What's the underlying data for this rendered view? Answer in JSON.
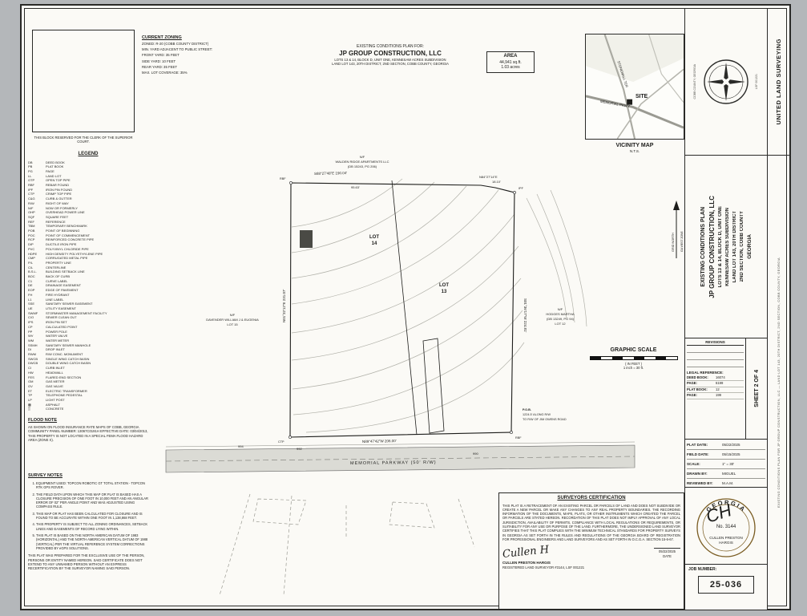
{
  "colors": {
    "page_bg": "#b4b7ba",
    "sheet_bg": "#fbfaf6",
    "ink": "#1d1d1b",
    "contour": "#b2b2aa",
    "road_fill": "#dbdbd5",
    "stamp": "#7a5c22"
  },
  "clerk_block": {
    "caption": "THIS BLOCK RESERVED FOR THE CLERK OF THE SUPERIOR COURT."
  },
  "zoning": {
    "title": "CURRENT ZONING",
    "lines": [
      "ZONED: R-20 (COBB COUNTY DISTRICT)",
      "MIN. YARD ADJACENT TO PUBLIC STREET:",
      "FRONT YARD: 35 FEET",
      "SIDE YARD: 10 FEET",
      "REAR YARD: 35 FEET",
      "MAX. LOT COVERAGE: 35%"
    ]
  },
  "header": {
    "line1": "EXISTING CONDITIONS PLAN FOR:",
    "line2": "JP GROUP CONSTRUCTION, LLC",
    "line3": "LOTS 13 & 14, BLOCK D, UNIT ONE, KENNESAW ACRES SUBDIVISION",
    "line4": "LAND LOT 143, 20TH DISTRICT, 2ND SECTION, COBB COUNTY, GEORGIA"
  },
  "area_box": {
    "title": "AREA",
    "sqft": "44,941 sq.ft.",
    "acres": "1.03 acres"
  },
  "vicinity": {
    "title": "VICINITY MAP",
    "scale_note": "N.T.S.",
    "site_label": "SITE",
    "road1": "MEMORIAL PKWY",
    "road2": "STONEWALL TER"
  },
  "legend": {
    "title": "LEGEND",
    "items": [
      {
        "abbr": "DB",
        "desc": "DEED BOOK"
      },
      {
        "abbr": "PB",
        "desc": "PLAT BOOK"
      },
      {
        "abbr": "PG",
        "desc": "PAGE"
      },
      {
        "abbr": "LL",
        "desc": "LAND LOT"
      },
      {
        "abbr": "OTP",
        "desc": "OPEN TOP PIPE"
      },
      {
        "abbr": "RBF",
        "desc": "REBAR FOUND"
      },
      {
        "abbr": "IPF",
        "desc": "IRON PIN FOUND"
      },
      {
        "abbr": "CTP",
        "desc": "CRIMP TOP PIPE"
      },
      {
        "abbr": "C&G",
        "desc": "CURB & GUTTER"
      },
      {
        "abbr": "R/W",
        "desc": "RIGHT OF WAY"
      },
      {
        "abbr": "N/F",
        "desc": "NOW OR FORMERLY"
      },
      {
        "abbr": "OHP",
        "desc": "OVERHEAD POWER LINE"
      },
      {
        "abbr": "SQF",
        "desc": "SQUARE FEET"
      },
      {
        "abbr": "REF",
        "desc": "REFERENCE"
      },
      {
        "abbr": "TBM",
        "desc": "TEMPORARY BENCHMARK"
      },
      {
        "abbr": "POB",
        "desc": "POINT OF BEGINNING"
      },
      {
        "abbr": "POC",
        "desc": "POINT OF COMMENCEMENT"
      },
      {
        "abbr": "RCP",
        "desc": "REINFORCED CONCRETE PIPE"
      },
      {
        "abbr": "DIP",
        "desc": "DUCTILE IRON PIPE"
      },
      {
        "abbr": "PVC",
        "desc": "POLYVINYL CHLORIDE PIPE"
      },
      {
        "abbr": "HDPE",
        "desc": "HIGH DENSITY POLYETHYLENE PIPE"
      },
      {
        "abbr": "CMP",
        "desc": "CORRUGATED METAL PIPE"
      },
      {
        "abbr": "P/L",
        "desc": "PROPERTY LINE"
      },
      {
        "abbr": "C/L",
        "desc": "CENTERLINE"
      },
      {
        "abbr": "B.S.L.",
        "desc": "BUILDING SETBACK LINE"
      },
      {
        "abbr": "BOC",
        "desc": "BACK OF CURB"
      },
      {
        "abbr": "C1",
        "desc": "CURVE LABEL"
      },
      {
        "abbr": "DE",
        "desc": "DRAINAGE EASEMENT"
      },
      {
        "abbr": "EOP",
        "desc": "EDGE OF PAVEMENT"
      },
      {
        "abbr": "FH",
        "desc": "FIRE HYDRANT"
      },
      {
        "abbr": "L1",
        "desc": "LINE LABEL"
      },
      {
        "abbr": "SSE",
        "desc": "SANITARY SEWER EASEMENT"
      },
      {
        "abbr": "UE",
        "desc": "UTILITY EASEMENT"
      },
      {
        "abbr": "SWMF",
        "desc": "STORMWATER MANAGEMENT FACILITY"
      },
      {
        "abbr": "C/O",
        "desc": "SEWER CLEAN OUT"
      },
      {
        "abbr": "IPS",
        "desc": "IRON PIN SET"
      },
      {
        "abbr": "CP",
        "desc": "CALCULATED POINT"
      },
      {
        "abbr": "PP",
        "desc": "POWER POLE"
      },
      {
        "abbr": "WV",
        "desc": "WATER VALVE"
      },
      {
        "abbr": "WM",
        "desc": "WATER METER"
      },
      {
        "abbr": "SSMH",
        "desc": "SANITARY SEWER MANHOLE"
      },
      {
        "abbr": "DI",
        "desc": "DROP INLET"
      },
      {
        "abbr": "RWM",
        "desc": "R/W CONC. MONUMENT"
      },
      {
        "abbr": "SWCB",
        "desc": "SINGLE WING CATCH BASIN"
      },
      {
        "abbr": "DWCB",
        "desc": "DOUBLE WING CATCH BASIN"
      },
      {
        "abbr": "CI",
        "desc": "CURB INLET"
      },
      {
        "abbr": "HW",
        "desc": "HEADWALL"
      },
      {
        "abbr": "FES",
        "desc": "FLARED END SECTION"
      },
      {
        "abbr": "GM",
        "desc": "GAS METER"
      },
      {
        "abbr": "GV",
        "desc": "GAS VALVE"
      },
      {
        "abbr": "ET",
        "desc": "ELECTRIC TRANSFORMER"
      },
      {
        "abbr": "TP",
        "desc": "TELEPHONE PEDESTAL"
      },
      {
        "abbr": "LP",
        "desc": "LIGHT POST"
      },
      {
        "abbr": "▩",
        "desc": "ASPHALT"
      },
      {
        "abbr": "▒",
        "desc": "CONCRETE"
      }
    ]
  },
  "flood_note": {
    "title": "FLOOD NOTE",
    "text": "AS SHOWN ON FLOOD INSURANCE RATE MAPS OF COBB, GEORGIA COMMUNITY PANEL NUMBER: 13067C0191H EFFECTIVE DATE: 03/04/2013, THIS PROPERTY IS NOT LOCATED IN A SPECIAL FEMA FLOOD HAZARD AREA (ZONE X)."
  },
  "survey_notes": {
    "title": "SURVEY NOTES",
    "notes": [
      "EQUIPMENT USED: TOPCON ROBOTIC GT TOTAL STATION - TOPCON RTK GPS ROVER.",
      "THE FIELD DATA UPON WHICH THIS MAP OR PLAT IS BASED HAS A CLOSURE PRECISION OF ONE FOOT IN 10,000 FEET AND AN ANGULAR ERROR OF 02\" PER ANGLE POINT AND WAS ADJUSTED USING COMPASS RULE.",
      "THIS MAP OR PLAT HAS BEEN CALCULATED FOR CLOSURE AND IS FOUND TO BE ACCURATE WITHIN ONE FOOT IN 1,138,868 FEET.",
      "THIS PROPERTY IS SUBJECT TO ALL ZONING ORDINANCES, SETBACK LINES AND EASEMENTS OF RECORD LYING WITHIN.",
      "THIS PLAT IS BASED ON THE NORTH AMERICAN DATUM OF 1983 (HORIZONTAL) AND THE NORTH AMERICAN VERTICAL DATUM OF 1988 (VERTICAL) PER THE VIRTUAL REFERENCE SYSTEM CORRECTIONS PROVIDED BY eGPS SOLUTIONS."
    ],
    "disclaimer": "THIS PLAT WAS PREPARED FOR THE EXCLUSIVE USE OF THE PERSON, PERSONS OR ENTITY NAMED HEREON. SAID CERTIFICATE DOES NOT EXTEND TO ANY UNNAMED PERSON WITHOUT AN EXPRESS RECERTIFICATION BY THE SURVEYOR NAMING SAID PERSON."
  },
  "graphic_scale": {
    "title": "GRAPHIC SCALE",
    "unit_note": "( IN FEET )",
    "ratio": "1 inch = 30 ft."
  },
  "plat": {
    "road_label": "MEMORIAL PARKWAY  (50' R/W)",
    "bearing_top": "S88°27'48\"E   190.04'",
    "dist_top2": "95.63'",
    "bearing_ne": "N84°27'14\"E",
    "dist_ne": "18.10'",
    "bearing_right": "S01°36'17\"W   224.81'",
    "bearing_bottom": "N89°47'42\"W   206.00'",
    "bearing_left": "N01°32'12\"E   231.07'",
    "lot14_word": "LOT",
    "lot14_num": "14",
    "lot13_word": "LOT",
    "lot13_num": "13",
    "nf_top": [
      "N/F",
      "WALDEN RIDGE APARTMENTS LLC",
      "(DB 15243, PG 206)"
    ],
    "nf_right": [
      "N/F",
      "HODGES MARTHA",
      "(DB 13249, PG 94)",
      "LOT 12"
    ],
    "nf_left": [
      "N/F",
      "DAVENDER WILLIAM J & EUGENIA",
      "LOT 15"
    ],
    "pob": [
      "P.O.B.",
      "1224.5' ALONG R/W",
      "TO R/W OF JIM OWENS ROAD"
    ],
    "contour_a": "994",
    "contour_b": "992",
    "contour_c": "990",
    "north1": "GRID NORTH",
    "north2": "GA WEST ZONE",
    "pin_nw": "RBF",
    "pin_ne": "IPF",
    "pin_se": "RBF",
    "pin_sw": "CTP"
  },
  "certification": {
    "title": "SURVEYORS CERTIFICATION",
    "body": "THIS PLAT IS A RETRACEMENT OF AN EXISTING PARCEL OR PARCELS OF LAND AND DOES NOT SUBDIVIDE OR CREATE A NEW PARCEL OR MAKE ANY CHANGES TO ANY REAL PROPERTY BOUNDARIES. THE RECORDING INFORMATION OF THE DOCUMENTS, MAPS, PLATS, OR OTHER INSTRUMENTS WHICH CREATED THE PARCEL OR PARCELS ARE STATED HEREON. RECORDATION OF THIS PLAT DOES NOT IMPLY APPROVAL OF ANY LOCAL JURISDICTION, AVAILABILITY OF PERMITS, COMPLIANCE WITH LOCAL REGULATIONS OR REQUIREMENTS, OR SUITABILITY FOR ANY USE OR PURPOSE OF THE LAND. FURTHERMORE, THE UNDERSIGNED LAND SURVEYOR CERTIFIES THAT THIS PLAT COMPLIES WITH THE MINIMUM TECHNICAL STANDARDS FOR PROPERTY SURVEYS IN GEORGIA AS SET FORTH IN THE RULES AND REGULATIONS OF THE GEORGIA BOARD OF REGISTRATION FOR PROFESSIONAL ENGINEERS AND LAND SURVEYORS AND AS SET FORTH IN O.C.G.A. SECTION 15-6-67.",
    "signature_script": "Cullen H",
    "date": "05/22/2025",
    "date_label": "DATE",
    "name": "CULLEN PRESTON HARGIS",
    "title_line": "REGISTERED LAND SURVEYOR #3144, LSF 001221"
  },
  "rightcol": {
    "company": {
      "name": "UNITED LAND SURVEYING",
      "contact1": "COBB COUNTY, GEORGIA",
      "contact2": "LSF 001221"
    },
    "project": {
      "lines": [
        "EXISTING CONDITIONS PLAN",
        "JP GROUP CONSTRUCTION, LLC",
        "LOTS 13 & 14, BLOCK D, UNIT ONE",
        "KENNESAW ACRES SUBDIVISION",
        "LAND LOT 143, 20TH DISTRICT",
        "2ND SECTION, COBB COUNTY",
        "GEORGIA"
      ]
    },
    "revisions": {
      "title": "REVISIONS"
    },
    "legal": {
      "title": "LEGAL REFERENCE:",
      "rows": [
        [
          "DEED BOOK:",
          "16074"
        ],
        [
          "PAGE:",
          "6199"
        ],
        [
          "PLAT BOOK:",
          "12"
        ],
        [
          "PAGE:",
          "199"
        ]
      ]
    },
    "sheet_no": "SHEET 2 OF 4",
    "plat_info": {
      "rows": [
        [
          "PLAT DATE:",
          "05/22/2025"
        ],
        [
          "FIELD DATE:",
          "05/15/2025"
        ],
        [
          "SCALE:",
          "1\" = 30'"
        ],
        [
          "DRAWN BY:",
          "MIGUEL"
        ],
        [
          "REVIEWED BY:",
          "M.A.M."
        ]
      ]
    },
    "stamp": {
      "state": "GEORGIA",
      "number": "No. 3144",
      "name1": "CULLEN PRESTON",
      "name2": "HARGIS",
      "script": "CH"
    },
    "job": {
      "label": "JOB NUMBER:",
      "value": "25-036"
    },
    "fine_print": "EXISTING CONDITIONS PLAN FOR JP GROUP CONSTRUCTION, LLC — LAND LOT 143, 20TH DISTRICT, 2ND SECTION, COBB COUNTY, GEORGIA"
  }
}
